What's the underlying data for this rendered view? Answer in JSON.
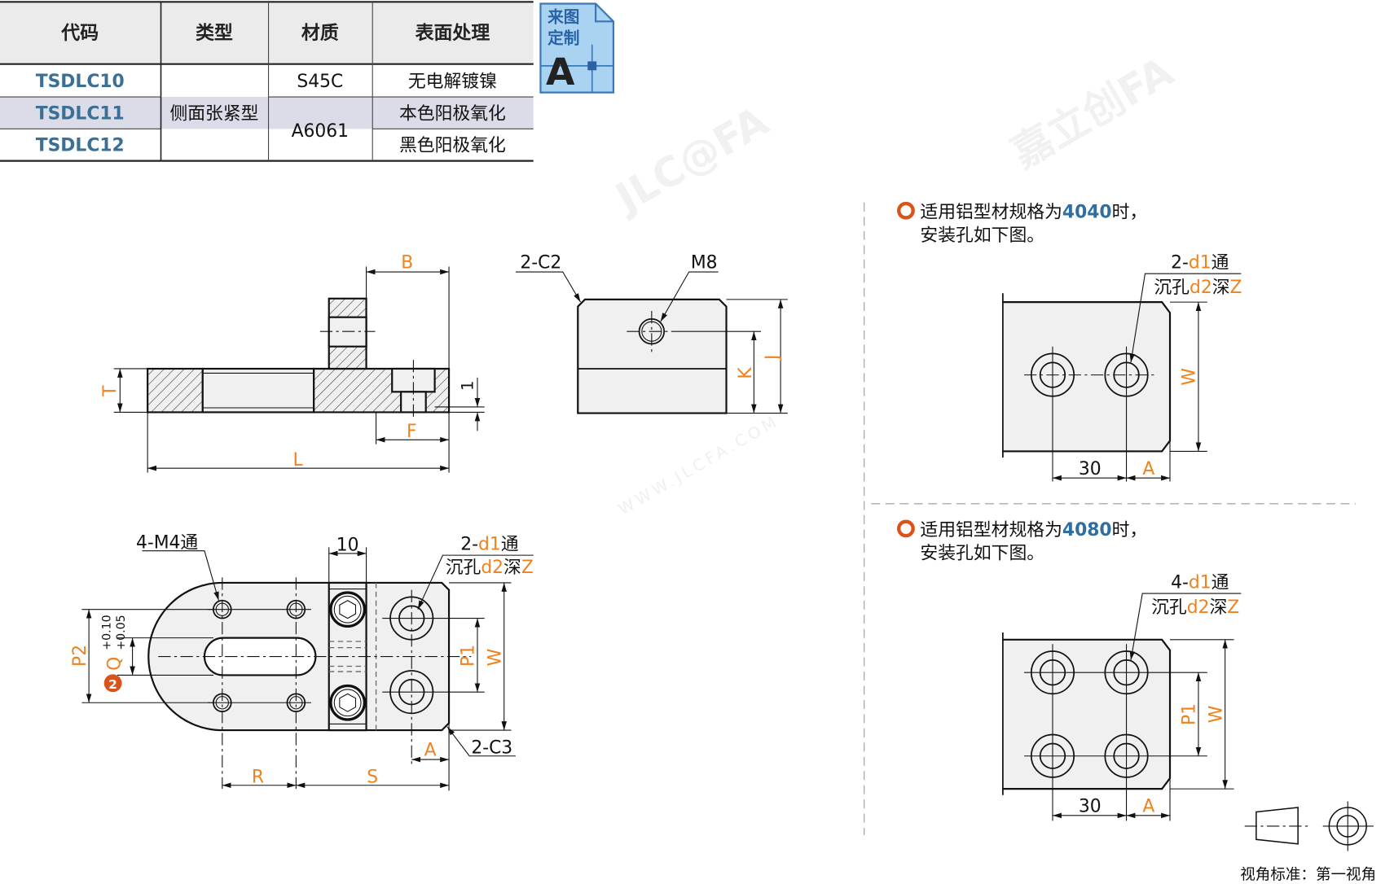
{
  "table": {
    "headers": [
      "代码",
      "类型",
      "材质",
      "表面处理"
    ],
    "codes": [
      "TSDLC10",
      "TSDLC11",
      "TSDLC12"
    ],
    "type": "侧面张紧型",
    "materials": [
      "S45C",
      "A6061"
    ],
    "finishes": [
      "无电解镀镍",
      "本色阳极氧化",
      "黑色阳极氧化"
    ]
  },
  "badge": {
    "line1": "来图",
    "line2": "定制",
    "letter": "A"
  },
  "side_view": {
    "B": "B",
    "T": "T",
    "one": "1",
    "F": "F",
    "L": "L"
  },
  "front_view": {
    "c2": "2-C2",
    "m8": "M8",
    "K": "K",
    "J": "J"
  },
  "bottom_view": {
    "m4": "4-M4通",
    "ten": "10",
    "d1_pre": "2-",
    "d1": "d1",
    "d1_post": "通",
    "cb_pre": "沉孔",
    "d2": "d2",
    "cb_mid": "深",
    "Z": "Z",
    "P2": "P2",
    "Q": "Q",
    "tol_upper": "+0.10",
    "tol_lower": "+0.05",
    "marker": "2",
    "P1": "P1",
    "W": "W",
    "A": "A",
    "c3": "2-C3",
    "R": "R",
    "S": "S"
  },
  "note_4040": {
    "pre": "适用铝型材规格为",
    "spec": "4040",
    "post": "时，",
    "line2": "安装孔如下图。",
    "d1_pre": "2-",
    "d1": "d1",
    "d1_post": "通",
    "cb_pre": "沉孔",
    "d2": "d2",
    "cb_mid": "深",
    "Z": "Z",
    "W": "W",
    "thirty": "30",
    "A": "A"
  },
  "note_4080": {
    "pre": "适用铝型材规格为",
    "spec": "4080",
    "post": "时，",
    "line2": "安装孔如下图。",
    "d1_pre": "4-",
    "d1": "d1",
    "d1_post": "通",
    "cb_pre": "沉孔",
    "d2": "d2",
    "cb_mid": "深",
    "Z": "Z",
    "P1": "P1",
    "W": "W",
    "thirty": "30",
    "A": "A"
  },
  "projection": {
    "label": "视角标准：第一视角"
  },
  "watermark": {
    "logo": "JLC@FA",
    "cn": "嘉立创FA",
    "url": "WWW.JLCFA.COM"
  },
  "colors": {
    "accent": "#f0821e",
    "code_blue": "#3a6f96",
    "badge": "#a9d3f0"
  }
}
